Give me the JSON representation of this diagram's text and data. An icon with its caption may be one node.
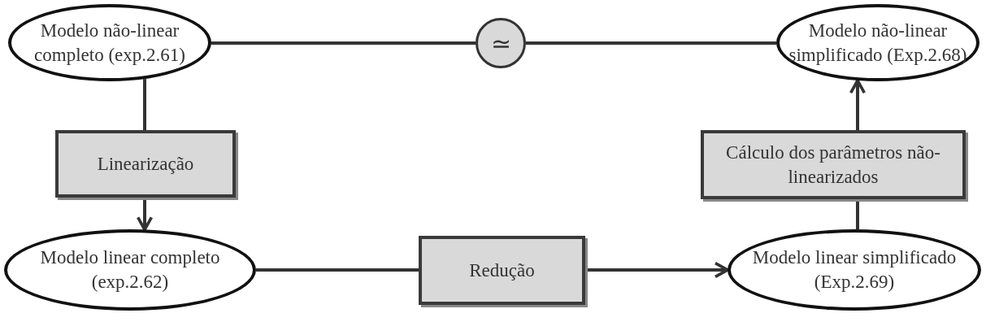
{
  "diagram": {
    "nodes": [
      {
        "text": [
          "Modelo não-linear completo (exp.2.61)"
        ]
      },
      {
        "text": [
          "≃"
        ]
      },
      {
        "text": [
          "Modelo não-linear simplificado (Exp.2.68)"
        ]
      },
      {
        "text": [
          "Linearização"
        ]
      },
      {
        "text": [
          "Modelo linear completo (exp.2.62)"
        ]
      },
      {
        "text": [
          "Redução"
        ]
      },
      {
        "text": [
          "Cálculo dos parâmetros não-linearizados"
        ]
      },
      {
        "text": [
          "Modelo linear simplificado (Exp.2.69)"
        ]
      }
    ],
    "edges": [
      {
        "from": 0,
        "to": 1,
        "arrow": "none"
      },
      {
        "from": 1,
        "to": 2,
        "arrow": "none"
      },
      {
        "from": 0,
        "to": 3,
        "arrow": "none"
      },
      {
        "from": 3,
        "to": 4,
        "arrow": "to"
      },
      {
        "from": 4,
        "to": 5,
        "arrow": "none"
      },
      {
        "from": 5,
        "to": 7,
        "arrow": "to"
      },
      {
        "from": 7,
        "to": 6,
        "arrow": "none"
      },
      {
        "from": 6,
        "to": 2,
        "arrow": "to"
      }
    ]
  }
}
